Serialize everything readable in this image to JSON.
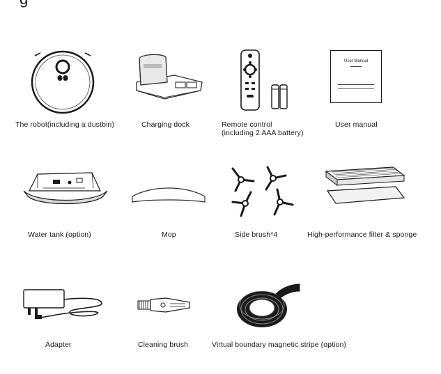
{
  "page": {
    "heading": "g"
  },
  "items": [
    {
      "name": "robot",
      "caption": "The robot(including a dustbin)"
    },
    {
      "name": "charging-dock",
      "caption": "Charging dock"
    },
    {
      "name": "remote-control",
      "caption_line1": "Remote control",
      "caption_line2": "(including 2 AAA battery)"
    },
    {
      "name": "user-manual",
      "caption": "User manual",
      "cover_title": "User Manual"
    },
    {
      "name": "water-tank",
      "caption": "Water tank  (option)"
    },
    {
      "name": "mop",
      "caption": "Mop"
    },
    {
      "name": "side-brush",
      "caption": "Side brush*4"
    },
    {
      "name": "filter-sponge",
      "caption": "High-performance filter & sponge"
    },
    {
      "name": "adapter",
      "caption": "Adapter"
    },
    {
      "name": "cleaning-brush",
      "caption": "Cleaning brush"
    },
    {
      "name": "magnetic-stripe",
      "caption": "Virtual boundary magnetic stripe  (option)"
    }
  ]
}
